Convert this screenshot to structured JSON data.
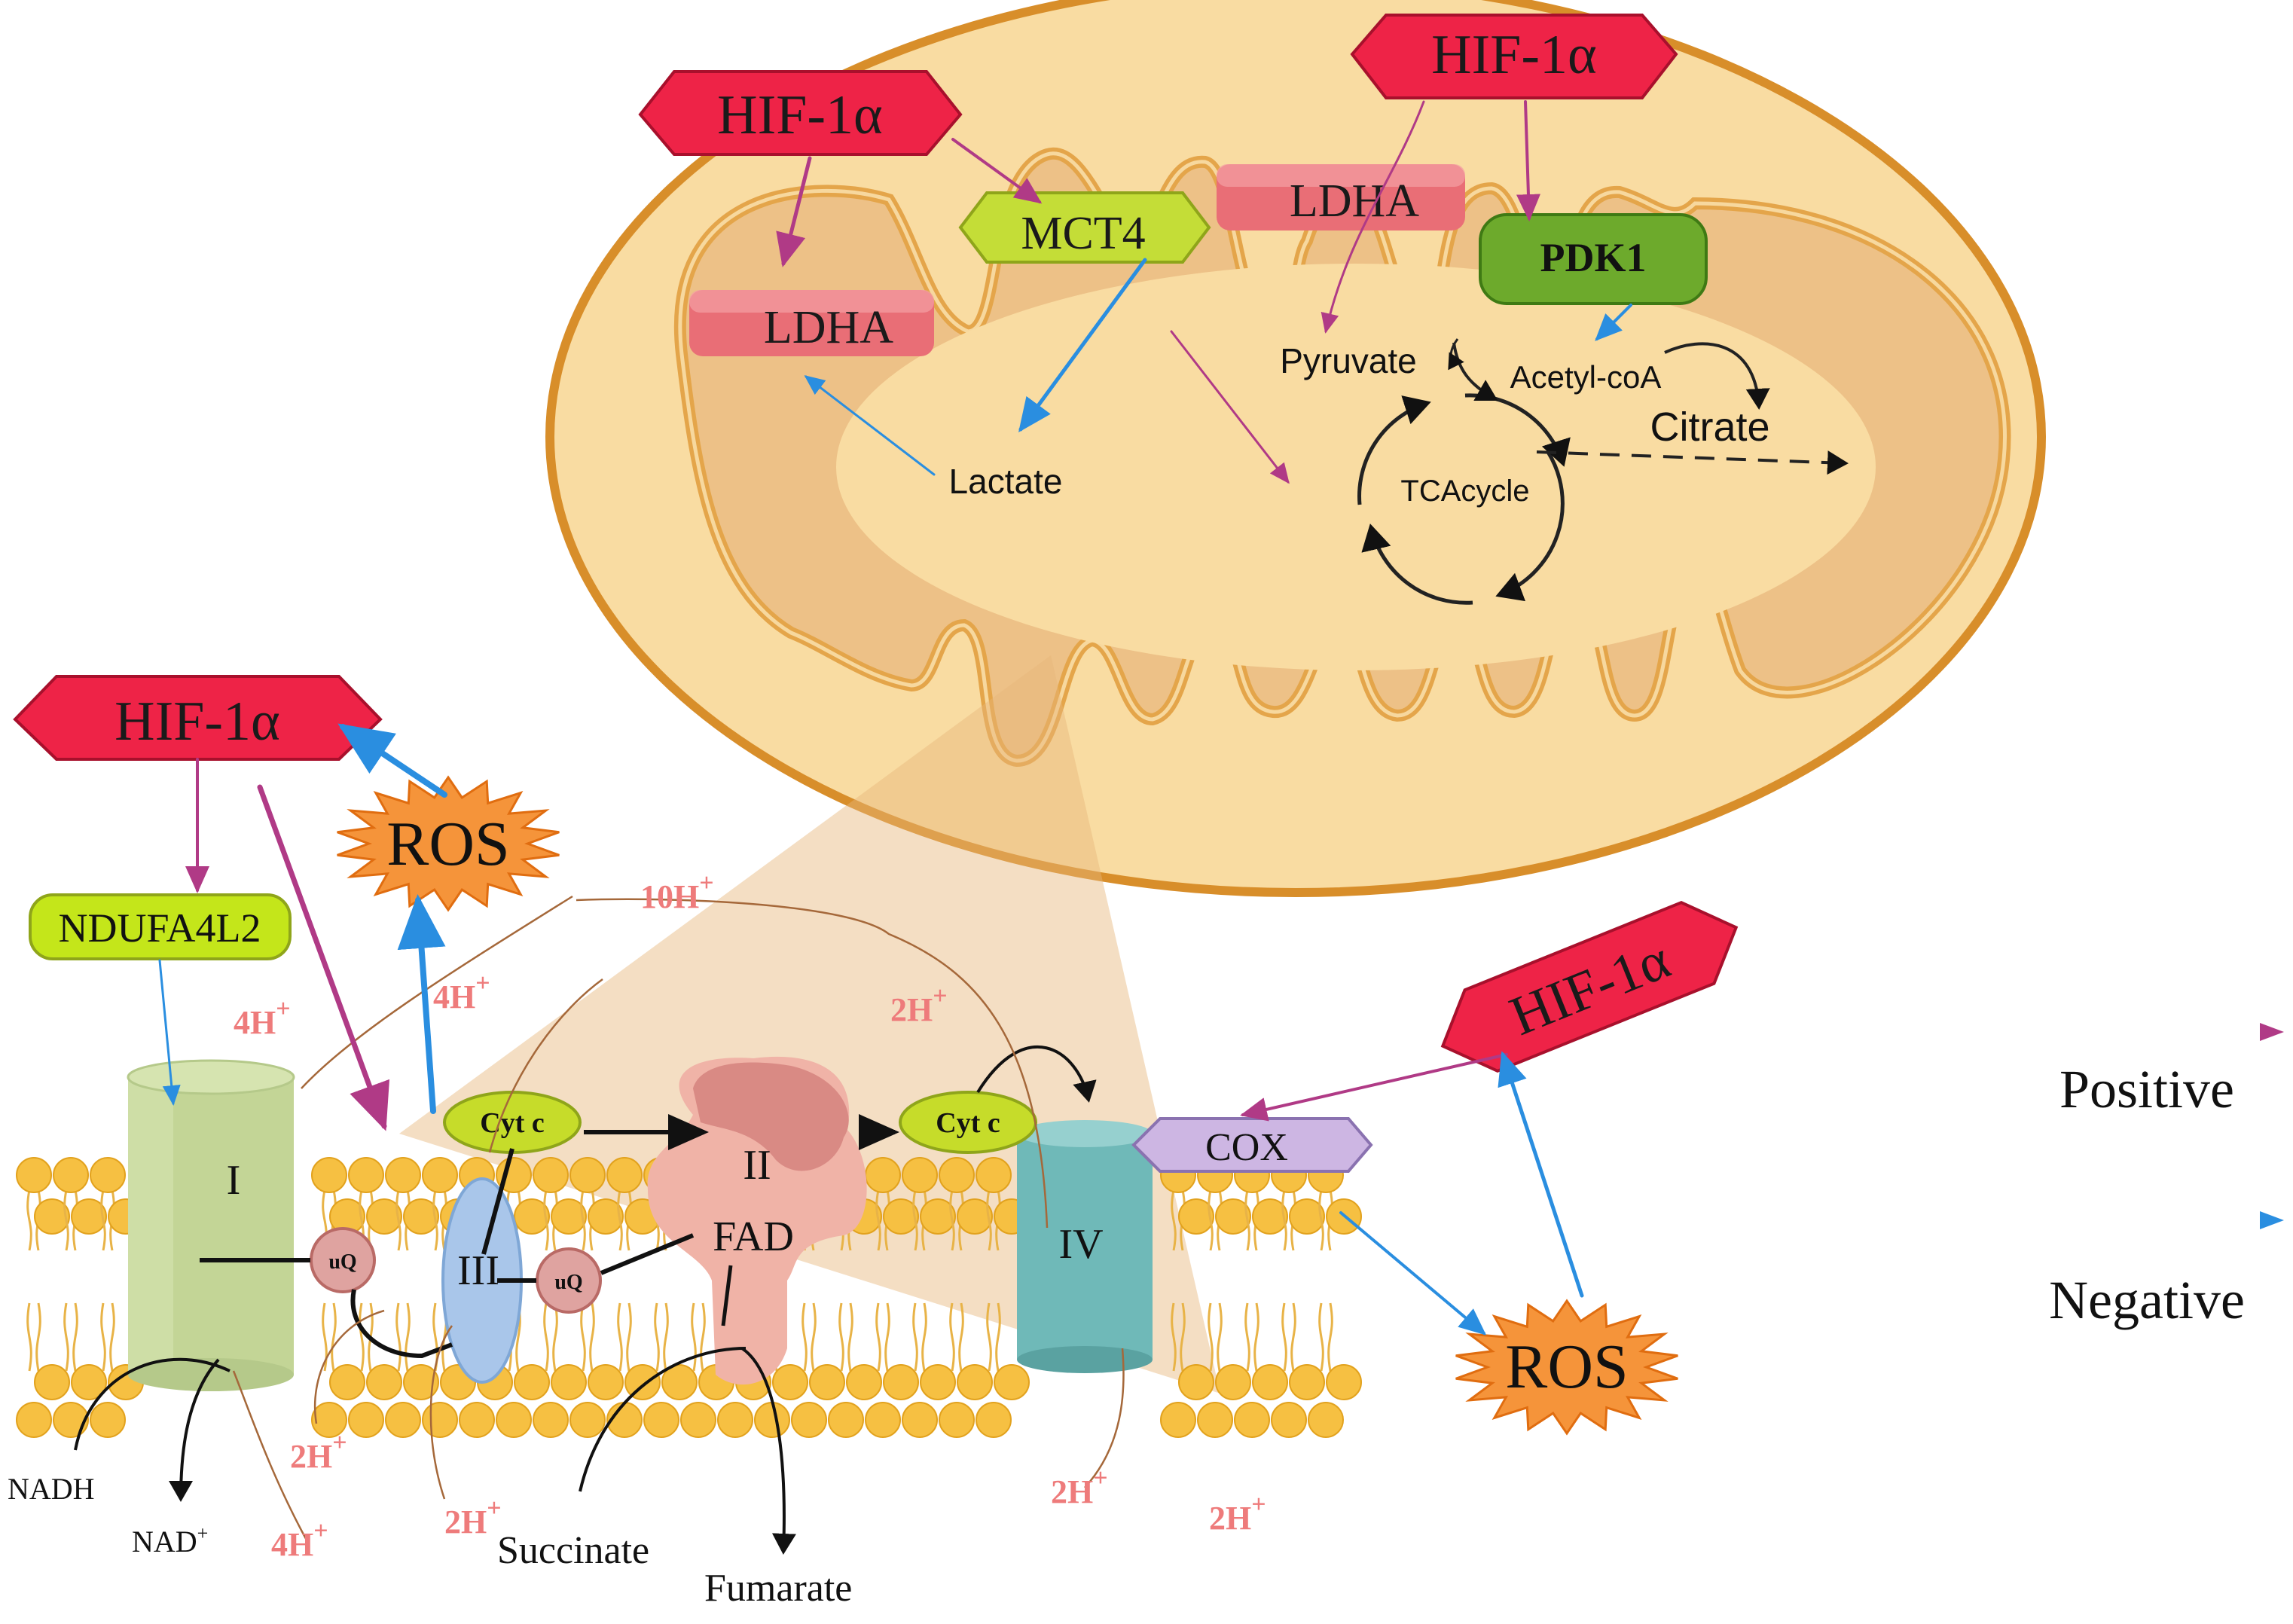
{
  "colors": {
    "positive": "#b03a86",
    "negative": "#2a8ee0",
    "hif": "#ee2347",
    "membrane_head": "#f6c042",
    "mito_outer": "#e4a54a",
    "mito_fill": "#f9dca2",
    "matrix_fill": "#edc187"
  },
  "hif_label": "HIF-1α",
  "proteins": {
    "ldha": "LDHA",
    "mct4": "MCT4",
    "pdk1": "PDK1",
    "ndufa4l2": "NDUFA4L2",
    "cox": "COX",
    "cytc": "Cyt c",
    "ros": "ROS",
    "uq": "uQ"
  },
  "metabolites": {
    "pyruvate": "Pyruvate",
    "acetyl_coa": "Acetyl-coA",
    "citrate": "Citrate",
    "tca": "TCAcycle",
    "lactate": "Lactate",
    "nadh": "NADH",
    "nad": "NAD",
    "nad_sup": "+",
    "succinate": "Succinate",
    "fumarate": "Fumarate",
    "fad": "FAD"
  },
  "complexes": {
    "c1": "I",
    "c2": "II",
    "c3": "III",
    "c4": "IV"
  },
  "protons": {
    "sup": "+",
    "h10": "10H",
    "h4": "4H",
    "h2": "2H"
  },
  "legend": {
    "positive": "Positive",
    "negative": "Negative"
  }
}
